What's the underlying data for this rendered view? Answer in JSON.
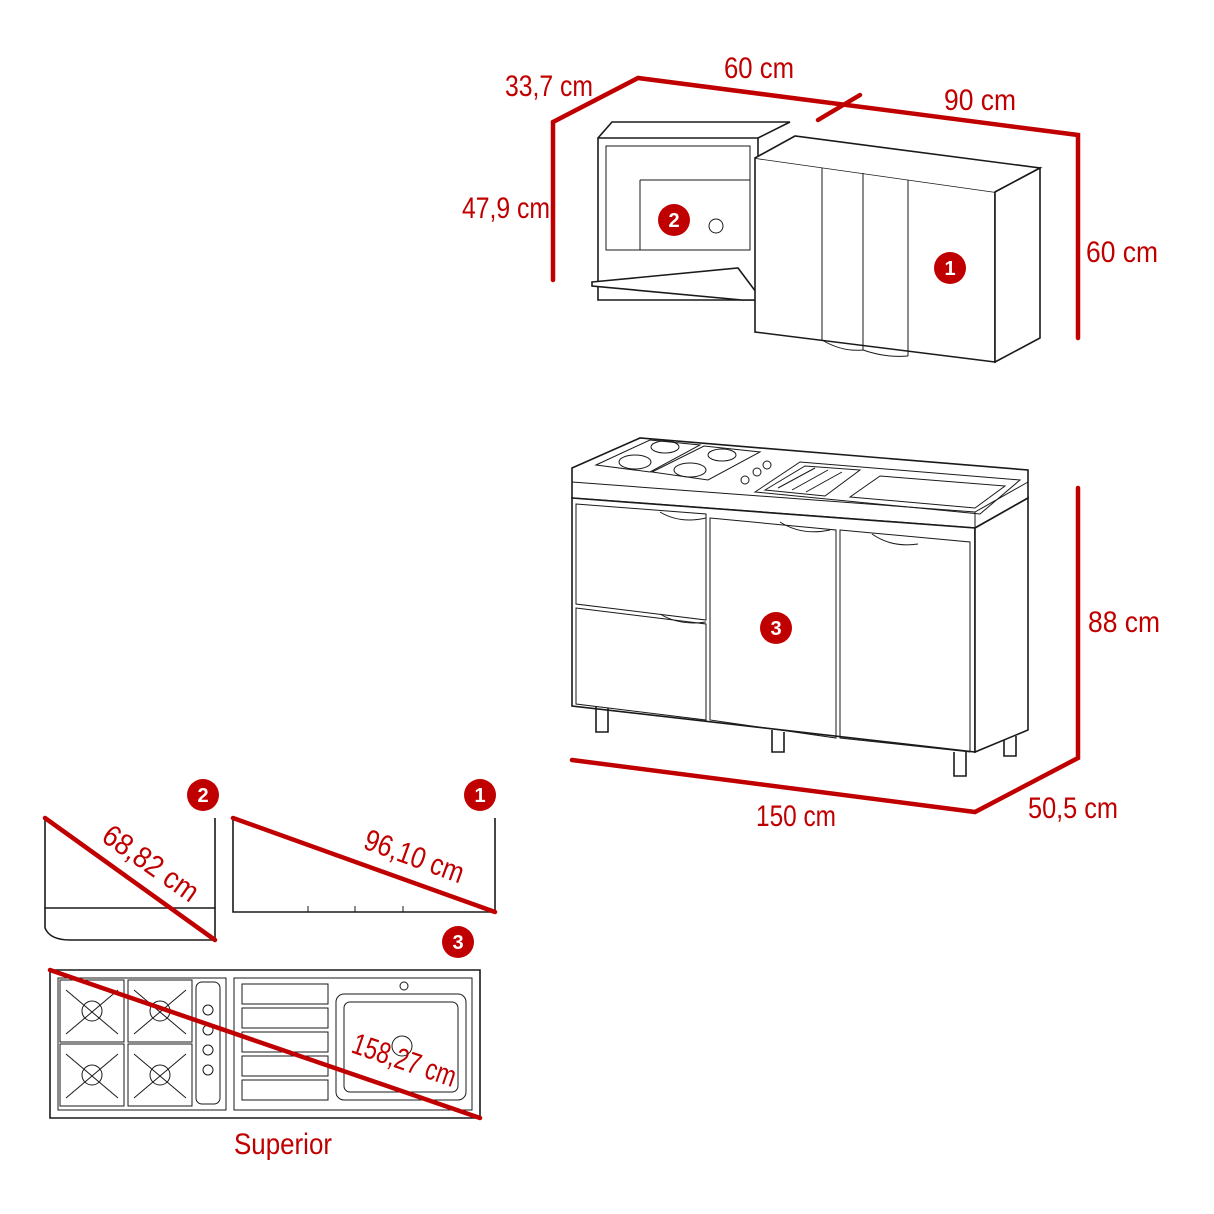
{
  "colors": {
    "accent": "#c00000",
    "line": "#1a1a1a",
    "background": "#ffffff"
  },
  "upper_cabinet": {
    "depth_label": "33,7 cm",
    "width_left_label": "60 cm",
    "width_right_label": "90 cm",
    "inner_height_label": "47,9 cm",
    "height_label": "60 cm",
    "badge_open": "2",
    "badge_doors": "1"
  },
  "lower_cabinet": {
    "height_label": "88 cm",
    "width_label": "150 cm",
    "depth_label": "50,5 cm",
    "badge": "3"
  },
  "top_views": {
    "module_2": {
      "badge": "2",
      "diagonal_label": "68,82 cm"
    },
    "module_1": {
      "badge": "1",
      "diagonal_label": "96,10 cm"
    },
    "module_3": {
      "badge": "3",
      "diagonal_label": "158,27 cm"
    },
    "caption": "Superior"
  }
}
